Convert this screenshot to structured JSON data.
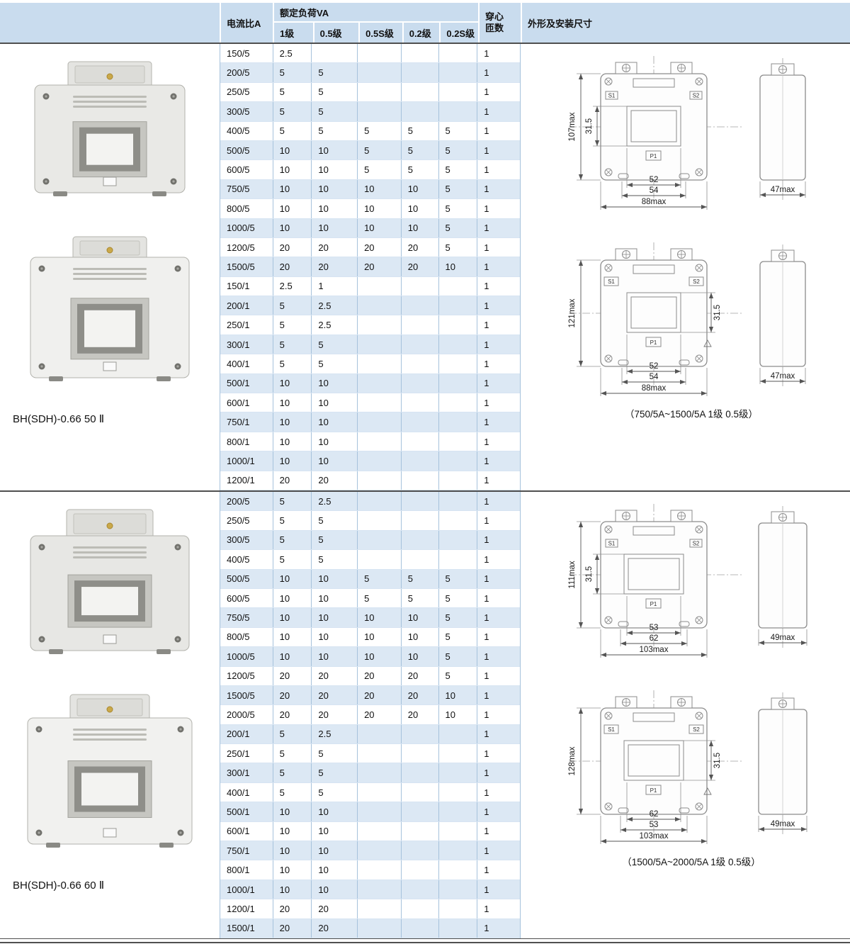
{
  "header": {
    "ratio": "电流比A",
    "load": "额定负荷VA",
    "grades": [
      "1级",
      "0.5级",
      "0.5S级",
      "0.2级",
      "0.2S级"
    ],
    "turns": "穿心\n匝数",
    "dims": "外形及安装尺寸"
  },
  "sections": [
    {
      "product_label": "BH(SDH)-0.66 50 Ⅱ",
      "rows": [
        [
          "150/5",
          "2.5",
          "",
          "",
          "",
          "",
          "1"
        ],
        [
          "200/5",
          "5",
          "5",
          "",
          "",
          "",
          "1"
        ],
        [
          "250/5",
          "5",
          "5",
          "",
          "",
          "",
          "1"
        ],
        [
          "300/5",
          "5",
          "5",
          "",
          "",
          "",
          "1"
        ],
        [
          "400/5",
          "5",
          "5",
          "5",
          "5",
          "5",
          "1"
        ],
        [
          "500/5",
          "10",
          "10",
          "5",
          "5",
          "5",
          "1"
        ],
        [
          "600/5",
          "10",
          "10",
          "5",
          "5",
          "5",
          "1"
        ],
        [
          "750/5",
          "10",
          "10",
          "10",
          "10",
          "5",
          "1"
        ],
        [
          "800/5",
          "10",
          "10",
          "10",
          "10",
          "5",
          "1"
        ],
        [
          "1000/5",
          "10",
          "10",
          "10",
          "10",
          "5",
          "1"
        ],
        [
          "1200/5",
          "20",
          "20",
          "20",
          "20",
          "5",
          "1"
        ],
        [
          "1500/5",
          "20",
          "20",
          "20",
          "20",
          "10",
          "1"
        ],
        [
          "150/1",
          "2.5",
          "1",
          "",
          "",
          "",
          "1"
        ],
        [
          "200/1",
          "5",
          "2.5",
          "",
          "",
          "",
          "1"
        ],
        [
          "250/1",
          "5",
          "2.5",
          "",
          "",
          "",
          "1"
        ],
        [
          "300/1",
          "5",
          "5",
          "",
          "",
          "",
          "1"
        ],
        [
          "400/1",
          "5",
          "5",
          "",
          "",
          "",
          "1"
        ],
        [
          "500/1",
          "10",
          "10",
          "",
          "",
          "",
          "1"
        ],
        [
          "600/1",
          "10",
          "10",
          "",
          "",
          "",
          "1"
        ],
        [
          "750/1",
          "10",
          "10",
          "",
          "",
          "",
          "1"
        ],
        [
          "800/1",
          "10",
          "10",
          "",
          "",
          "",
          "1"
        ],
        [
          "1000/1",
          "10",
          "10",
          "",
          "",
          "",
          "1"
        ],
        [
          "1200/1",
          "20",
          "20",
          "",
          "",
          "",
          "1"
        ]
      ],
      "drawing_top": {
        "height": "107max",
        "window_height": "31.5",
        "dim_inner": "52",
        "dim_mid": "54",
        "dim_outer": "88max",
        "side_width": "47max",
        "s1": "S1",
        "s2": "S2",
        "p1": "P1"
      },
      "drawing_bottom": {
        "height": "121max",
        "window_height": "31.5",
        "dim_inner": "52",
        "dim_mid": "54",
        "dim_outer": "88max",
        "side_width": "47max",
        "s1": "S1",
        "s2": "S2",
        "p1": "P1",
        "caption": "（750/5A~1500/5A 1级 0.5级）"
      }
    },
    {
      "product_label": "BH(SDH)-0.66 60 Ⅱ",
      "rows": [
        [
          "200/5",
          "5",
          "2.5",
          "",
          "",
          "",
          "1"
        ],
        [
          "250/5",
          "5",
          "5",
          "",
          "",
          "",
          "1"
        ],
        [
          "300/5",
          "5",
          "5",
          "",
          "",
          "",
          "1"
        ],
        [
          "400/5",
          "5",
          "5",
          "",
          "",
          "",
          "1"
        ],
        [
          "500/5",
          "10",
          "10",
          "5",
          "5",
          "5",
          "1"
        ],
        [
          "600/5",
          "10",
          "10",
          "5",
          "5",
          "5",
          "1"
        ],
        [
          "750/5",
          "10",
          "10",
          "10",
          "10",
          "5",
          "1"
        ],
        [
          "800/5",
          "10",
          "10",
          "10",
          "10",
          "5",
          "1"
        ],
        [
          "1000/5",
          "10",
          "10",
          "10",
          "10",
          "5",
          "1"
        ],
        [
          "1200/5",
          "20",
          "20",
          "20",
          "20",
          "5",
          "1"
        ],
        [
          "1500/5",
          "20",
          "20",
          "20",
          "20",
          "10",
          "1"
        ],
        [
          "2000/5",
          "20",
          "20",
          "20",
          "20",
          "10",
          "1"
        ],
        [
          "200/1",
          "5",
          "2.5",
          "",
          "",
          "",
          "1"
        ],
        [
          "250/1",
          "5",
          "5",
          "",
          "",
          "",
          "1"
        ],
        [
          "300/1",
          "5",
          "5",
          "",
          "",
          "",
          "1"
        ],
        [
          "400/1",
          "5",
          "5",
          "",
          "",
          "",
          "1"
        ],
        [
          "500/1",
          "10",
          "10",
          "",
          "",
          "",
          "1"
        ],
        [
          "600/1",
          "10",
          "10",
          "",
          "",
          "",
          "1"
        ],
        [
          "750/1",
          "10",
          "10",
          "",
          "",
          "",
          "1"
        ],
        [
          "800/1",
          "10",
          "10",
          "",
          "",
          "",
          "1"
        ],
        [
          "1000/1",
          "10",
          "10",
          "",
          "",
          "",
          "1"
        ],
        [
          "1200/1",
          "20",
          "20",
          "",
          "",
          "",
          "1"
        ],
        [
          "1500/1",
          "20",
          "20",
          "",
          "",
          "",
          "1"
        ]
      ],
      "drawing_top": {
        "height": "111max",
        "window_height": "31.5",
        "dim_inner": "53",
        "dim_mid": "62",
        "dim_outer": "103max",
        "side_width": "49max",
        "s1": "S1",
        "s2": "S2",
        "p1": "P1"
      },
      "drawing_bottom": {
        "height": "128max",
        "window_height": "31.5",
        "dim_inner": "62",
        "dim_mid": "53",
        "dim_outer": "103max",
        "side_width": "49max",
        "s1": "S1",
        "s2": "S2",
        "p1": "P1",
        "caption": "（1500/5A~2000/5A 1级 0.5级）"
      }
    }
  ]
}
